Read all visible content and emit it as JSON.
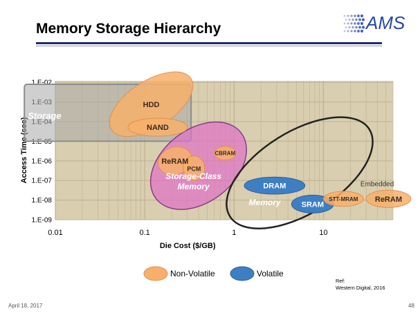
{
  "slide": {
    "title": "Memory Storage Hierarchy",
    "logo_text": "AMS",
    "date": "April 18, 2017",
    "page_number": "48",
    "ref_line1": "Ref:",
    "ref_line2": "Western Digital, 2016"
  },
  "colors": {
    "plot_bg": "#d9ceb0",
    "grid": "#bdb190",
    "nonvolatile": "#f7b06b",
    "volatile": "#3e7fc4",
    "storage_box": "#8c8c8c",
    "storage_class": "#e070c8",
    "title_rule": "#1f2a6e",
    "logo": "#2747a8"
  },
  "chart_data": {
    "type": "scatter",
    "title": "",
    "xlabel": "Die Cost ($/GB)",
    "ylabel": "Access Time (sec)",
    "x_scale": "log",
    "y_scale": "log",
    "xlim": [
      0.01,
      60
    ],
    "ylim": [
      1e-09,
      0.012
    ],
    "x_ticks": [
      0.01,
      0.1,
      1,
      10
    ],
    "x_tick_labels": [
      "0.01",
      "0.1",
      "1",
      "10"
    ],
    "y_ticks": [
      0.01,
      0.001,
      0.0001,
      1e-05,
      1e-06,
      1e-07,
      1e-08,
      1e-09
    ],
    "y_tick_labels": [
      "1.E-02",
      "1.E-03",
      "1.E-04",
      "1.E-05",
      "1.E-06",
      "1.E-07",
      "1.E-08",
      "1.E-09"
    ],
    "grid": true,
    "regions": [
      {
        "label": "Storage",
        "kind": "box",
        "x": [
          0.0045,
          0.33
        ],
        "y": [
          1e-05,
          0.008
        ]
      },
      {
        "label": "Storage-Class\nMemory",
        "kind": "ellipse",
        "center": [
          0.42,
          1.5e-07
        ],
        "cost_span": [
          0.1,
          1.6
        ],
        "time_span": [
          4e-05,
          8e-09
        ],
        "angle": 38
      },
      {
        "label": "Memory",
        "kind": "ellipse_outline",
        "center": [
          4.5,
          8e-08
        ],
        "cost_span": [
          0.65,
          45
        ],
        "time_span": [
          3e-05,
          2e-09
        ],
        "angle": 32
      }
    ],
    "technologies": [
      {
        "name": "HDD",
        "category": "Non-Volatile",
        "x": 0.1,
        "y": 0.0012,
        "x_span": [
          0.035,
          0.4
        ],
        "y_span": [
          0.012,
          5e-05
        ],
        "angle": 33
      },
      {
        "name": "NAND",
        "category": "Non-Volatile",
        "x": 0.12,
        "y": 5.2e-05,
        "x_span": [
          0.065,
          0.3
        ],
        "y_span": [
          0.00015,
          1.8e-05
        ],
        "angle": 0
      },
      {
        "name": "ReRAM",
        "category": "Non-Volatile",
        "x": 0.23,
        "y": 1.1e-06,
        "x_span": [
          0.14,
          0.34
        ],
        "y_span": [
          5e-06,
          2e-07
        ],
        "angle": 20
      },
      {
        "name": "PCM",
        "category": "Non-Volatile",
        "x": 0.36,
        "y": 4.5e-07,
        "x_span": [
          0.27,
          0.47
        ],
        "y_span": [
          1.8e-06,
          1e-07
        ],
        "angle": 0
      },
      {
        "name": "CBRAM",
        "category": "Non-Volatile",
        "x": 0.82,
        "y": 2.5e-06,
        "x_span": [
          0.6,
          1.05
        ],
        "y_span": [
          5.5e-06,
          1.1e-06
        ],
        "angle": 0
      },
      {
        "name": "DRAM",
        "category": "Volatile",
        "x": 3.3,
        "y": 5.5e-08,
        "x_span": [
          1.3,
          6.2
        ],
        "y_span": [
          1.5e-07,
          2e-08
        ],
        "angle": 0
      },
      {
        "name": "SRAM",
        "category": "Volatile",
        "x": 7.3,
        "y": 5.8e-09,
        "x_span": [
          4.4,
          13
        ],
        "y_span": [
          1.8e-08,
          2.2e-09
        ],
        "angle": 0
      },
      {
        "name": "STT-MRAM",
        "category": "Non-Volatile",
        "x": 17,
        "y": 1.15e-08,
        "x_span": [
          10,
          28
        ],
        "y_span": [
          2.8e-08,
          4.8e-09
        ],
        "angle": 0
      },
      {
        "name": "ReRAM",
        "category": "Non-Volatile",
        "x": 58,
        "y": 1.1e-08,
        "x_span": [
          30,
          95
        ],
        "y_span": [
          3.2e-08,
          4.2e-09
        ],
        "angle": 0
      }
    ],
    "annotations": [
      {
        "text": "Embedded",
        "x": 55,
        "y": 7e-08
      }
    ],
    "legend": [
      {
        "label": "Non-Volatile",
        "category": "Non-Volatile"
      },
      {
        "label": "Volatile",
        "category": "Volatile"
      }
    ],
    "legend_position": "bottom"
  }
}
